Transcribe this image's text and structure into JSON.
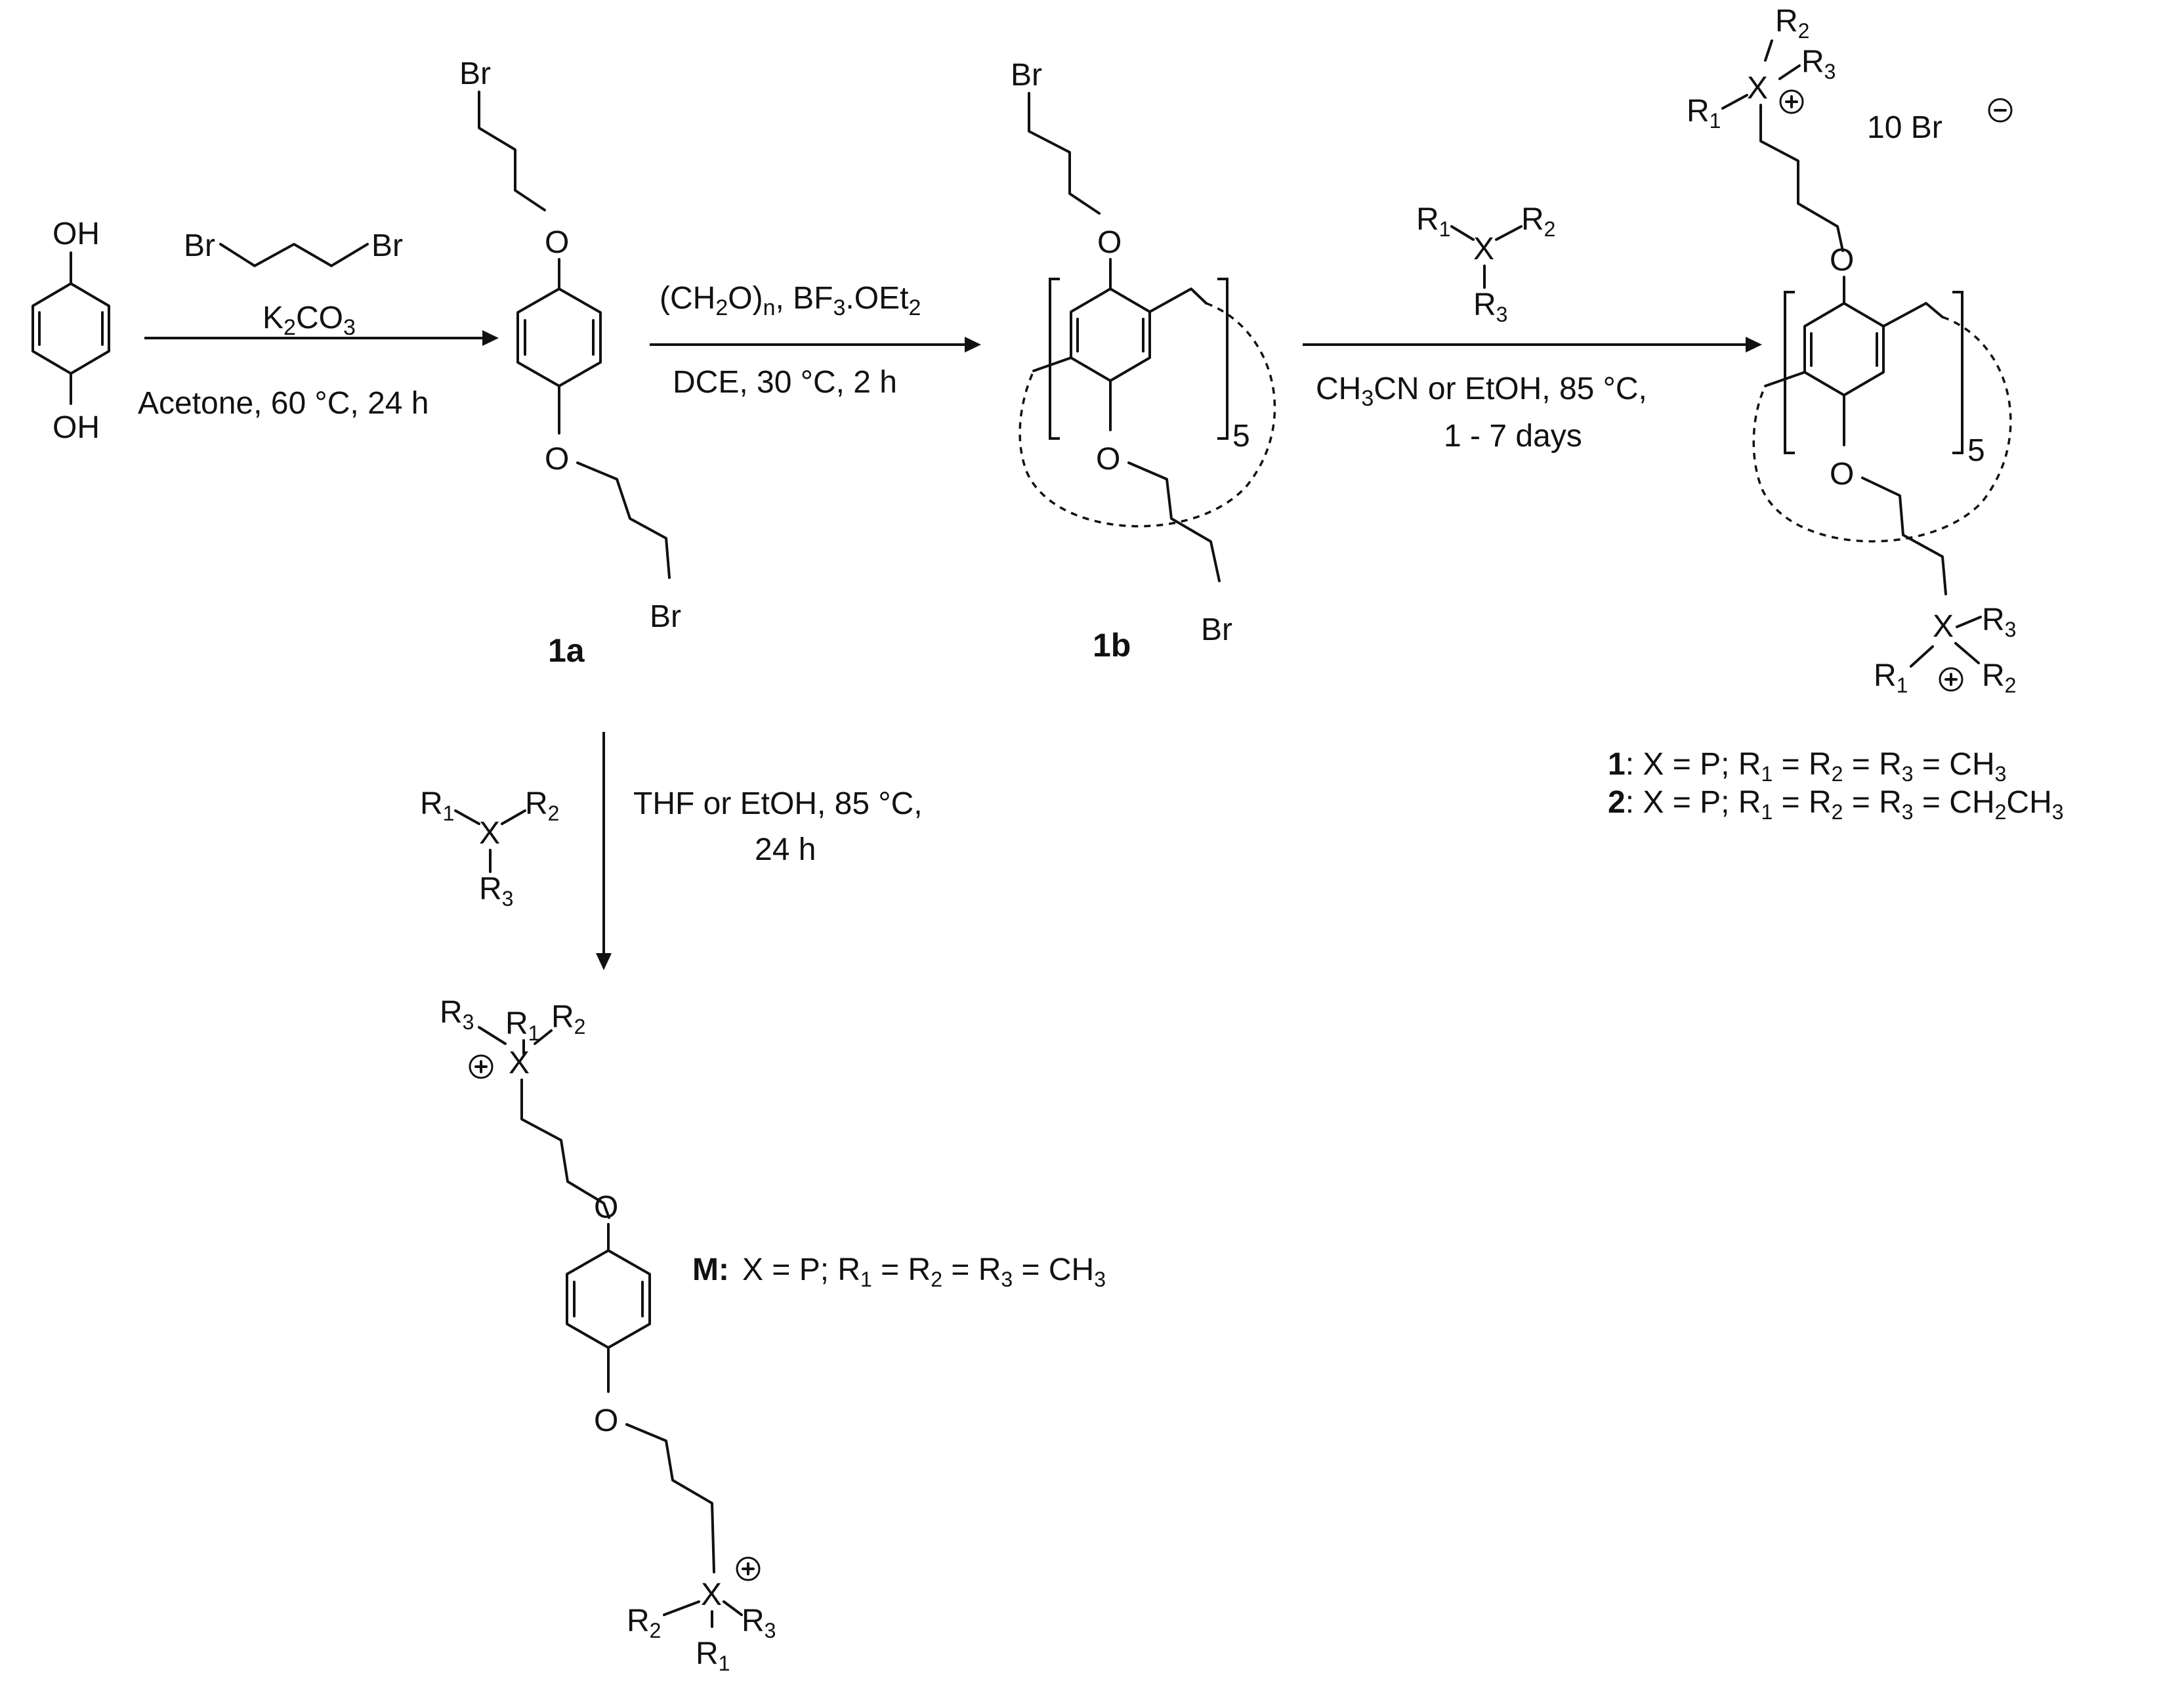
{
  "atoms": {
    "oh": "OH",
    "o": "O",
    "br": "Br",
    "x": "X",
    "r": "R",
    "sub1": "1",
    "sub2": "2",
    "sub3": "3",
    "repeat": "5",
    "counterion": "10 Br"
  },
  "reagents": {
    "step1_reagent": "Br",
    "step1_base": "K",
    "step1_base_sub": "2",
    "step1_base_rest": "CO",
    "step1_base_sub2": "3",
    "step1_conditions": "Acetone, 60 °C, 24 h",
    "step2_reagent_a": "(CH",
    "step2_reagent_b": "O)",
    "step2_reagent_c": ", BF",
    "step2_reagent_d": ".OEt",
    "step2_sub_h": "2",
    "step2_sub_n": "n",
    "step2_sub_f": "3",
    "step2_sub_et": "2",
    "step2_conditions": "DCE, 30 °C, 2 h",
    "step3_conditions_a": "CH",
    "step3_conditions_b": "CN or EtOH,  85 °C,",
    "step3_time": "1 - 7 days",
    "step4_conditions": "THF or EtOH,  85 °C,",
    "step4_time": "24 h"
  },
  "compounds": {
    "c1a": "1a",
    "c1b": "1b"
  },
  "definitions": {
    "def1_num": "1",
    "def1_text": ": X = P; R",
    "def1_tail": " = CH",
    "def2_num": "2",
    "def2_text": ": X = P; R",
    "def2_tail": " = CH",
    "def2_tail2": "CH",
    "defM_label": "M:",
    "defM_text": "X = P; R",
    "defM_tail": " = CH",
    "eq": " = R",
    "sub1": "1",
    "sub2": "2",
    "sub3": "3"
  }
}
